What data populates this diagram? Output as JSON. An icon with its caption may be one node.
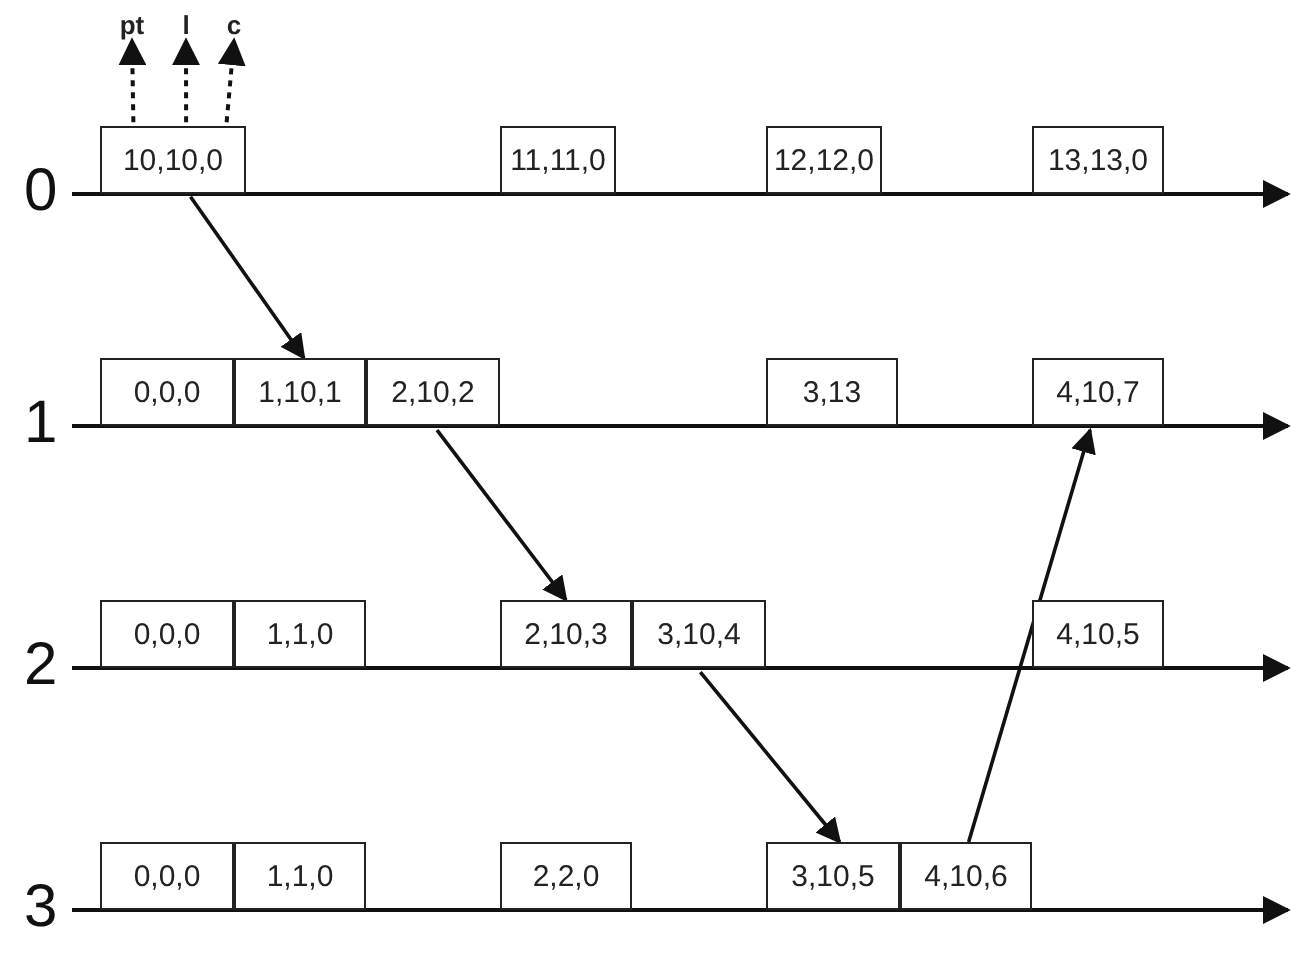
{
  "diagram": {
    "nodes": [
      {
        "text": [
          "pt"
        ]
      },
      {
        "text": [
          "l"
        ]
      },
      {
        "text": [
          "c"
        ]
      },
      {
        "text": [
          "10,10,0"
        ]
      },
      {
        "text": [
          "11,11,0"
        ]
      },
      {
        "text": [
          "12,12,0"
        ]
      },
      {
        "text": [
          "13,13,0"
        ]
      },
      {
        "text": [
          "0,0,0"
        ]
      },
      {
        "text": [
          "1,10,1"
        ]
      },
      {
        "text": [
          "2,10,2"
        ]
      },
      {
        "text": [
          "3,13"
        ]
      },
      {
        "text": [
          "4,10,7"
        ]
      },
      {
        "text": [
          "0,0,0"
        ]
      },
      {
        "text": [
          "1,1,0"
        ]
      },
      {
        "text": [
          "2,10,3"
        ]
      },
      {
        "text": [
          "3,10,4"
        ]
      },
      {
        "text": [
          "4,10,5"
        ]
      },
      {
        "text": [
          "0,0,0"
        ]
      },
      {
        "text": [
          "1,1,0"
        ]
      },
      {
        "text": [
          "2,2,0"
        ]
      },
      {
        "text": [
          "3,10,5"
        ]
      },
      {
        "text": [
          "4,10,6"
        ]
      }
    ],
    "edges": [
      {
        "from": 3,
        "to": 0,
        "arrow": "to",
        "style": "dashed"
      },
      {
        "from": 3,
        "to": 1,
        "arrow": "to",
        "style": "dashed"
      },
      {
        "from": 3,
        "to": 2,
        "arrow": "to",
        "style": "dashed"
      },
      {
        "from": 3,
        "to": 8,
        "arrow": "to"
      },
      {
        "from": 9,
        "to": 14,
        "arrow": "to"
      },
      {
        "from": 15,
        "to": 20,
        "arrow": "to"
      },
      {
        "from": 21,
        "to": 11,
        "arrow": "to"
      }
    ],
    "labels": [
      "0",
      "1",
      "2",
      "3"
    ]
  }
}
